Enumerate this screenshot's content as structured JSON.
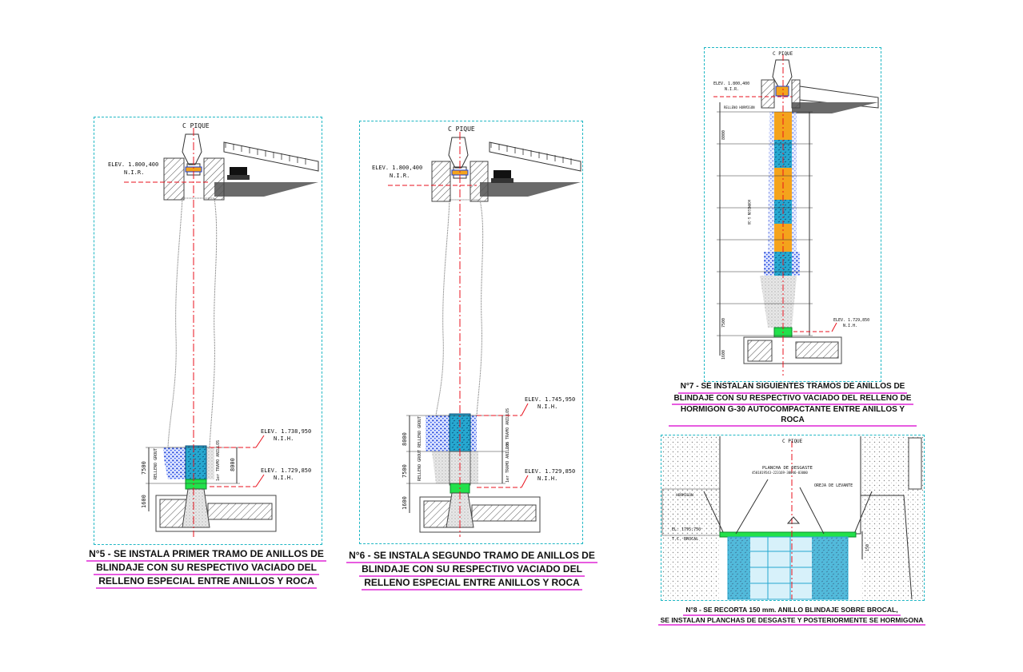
{
  "panels": {
    "p5": {
      "caption": [
        "N°5 - SE INSTALA PRIMER TRAMO DE ANILLOS DE",
        "BLINDAJE CON SU RESPECTIVO VACIADO DEL",
        "RELLENO ESPECIAL ENTRE ANILLOS Y ROCA"
      ],
      "pique": "C PIQUE",
      "elev_top": "ELEV. 1.800,400",
      "nir": "N.I.R.",
      "elev_mid": "ELEV. 1.738,950",
      "elev_bot": "ELEV. 1.729,850",
      "nih": "N.I.H.",
      "dim_7500": "7500",
      "dim_8000": "8000",
      "dim_1600": "1600",
      "relleno": "RELLENO GROUT",
      "tramo": "1er TRAMO ANILLOS"
    },
    "p6": {
      "caption": [
        "N°6 - SE INSTALA SEGUNDO TRAMO DE ANILLOS DE",
        "BLINDAJE CON SU RESPECTIVO VACIADO DEL",
        "RELLENO ESPECIAL ENTRE ANILLOS Y ROCA"
      ],
      "pique": "C PIQUE",
      "elev_top": "ELEV. 1.800,400",
      "nir": "N.I.R.",
      "elev_mid": "ELEV. 1.745,950",
      "elev_bot": "ELEV. 1.729,850",
      "nih": "N.I.H.",
      "dim_7500": "7500",
      "dim_8000": "8000",
      "dim_1600": "1600",
      "relleno": "RELLENO GROUT",
      "tramo1": "1er TRAMO ANILLOS",
      "tramo2": "2do TRAMO ANILLOS"
    },
    "p7": {
      "caption": [
        "N°7 - SE INSTALAN SIGUIENTES TRAMOS DE ANILLOS DE",
        "BLINDAJE CON SU RESPECTIVO VACIADO DEL RELLENO DE",
        "HORMIGON G-30 AUTOCOMPACTANTE ENTRE ANILLOS Y ROCA"
      ],
      "pique": "C PIQUE",
      "elev_top": "ELEV. 1.800,400",
      "nir": "N.I.R.",
      "elev_bot": "ELEV. 1.729,850",
      "nih": "N.I.H.",
      "relleno_h": "RELLENO HORMIGON",
      "hormigon": "HORMIGON G-30",
      "dim_8000": "8000",
      "dim_7500": "7500",
      "dim_1600": "1600"
    },
    "p8": {
      "caption": [
        "N°8 - SE RECORTA 150 mm. ANILLO BLINDAJE SOBRE BROCAL,",
        "SE INSTALAN PLANCHAS DE DESGASTE Y POSTERIORMENTE SE HORMIGONA"
      ],
      "pique": "C PIQUE",
      "plancha": "PLANCHA DE DESGASTE",
      "plancha_code": "4501819543-223169-30046-03000",
      "oreja": "OREJA DE LEVANTE",
      "hormigon": "HORMIGON",
      "el": "EL. 1795,750",
      "tc": "T.C. BROCAL",
      "dim_150": "150"
    }
  },
  "colors": {
    "frame": "#1fb7c4",
    "axis": "#e8111c",
    "caption_underline": "#e75be0",
    "steel_blue": "#1fa3c8",
    "grout_blue": "#1b3fd6",
    "concrete_orange": "#f4a31c",
    "green": "#22e14a"
  }
}
